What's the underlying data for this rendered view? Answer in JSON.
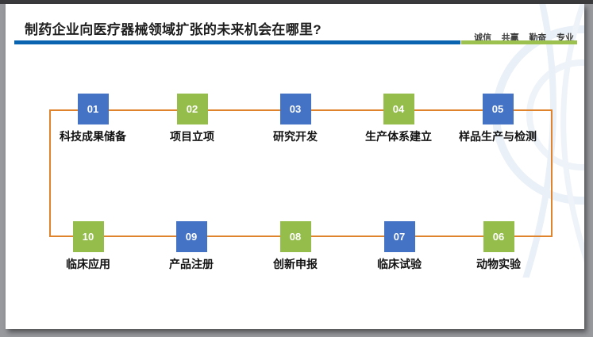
{
  "page": {
    "background_color": "#97999d",
    "topbar_color": "#3a3a3c"
  },
  "slide": {
    "title": "制药企业向医疗器械领域扩张的未来机会在哪里?",
    "title_underline_color": "#0a64b0",
    "slogan": {
      "items": [
        "诚信",
        "共赢",
        "勤奋",
        "专业"
      ],
      "underline_color": "#9cc14f"
    }
  },
  "flow": {
    "connector_color": "#e0832d",
    "colors": {
      "blue": "#4472c4",
      "green": "#94bd4b"
    },
    "steps": [
      {
        "num": "01",
        "label": "科技成果储备",
        "variant": "blue"
      },
      {
        "num": "02",
        "label": "项目立项",
        "variant": "green"
      },
      {
        "num": "03",
        "label": "研究开发",
        "variant": "blue"
      },
      {
        "num": "04",
        "label": "生产体系建立",
        "variant": "green"
      },
      {
        "num": "05",
        "label": "样品生产与检测",
        "variant": "blue"
      },
      {
        "num": "06",
        "label": "动物实验",
        "variant": "green"
      },
      {
        "num": "07",
        "label": "临床试验",
        "variant": "blue"
      },
      {
        "num": "08",
        "label": "创新申报",
        "variant": "green"
      },
      {
        "num": "09",
        "label": "产品注册",
        "variant": "blue"
      },
      {
        "num": "10",
        "label": "临床应用",
        "variant": "green"
      }
    ]
  }
}
